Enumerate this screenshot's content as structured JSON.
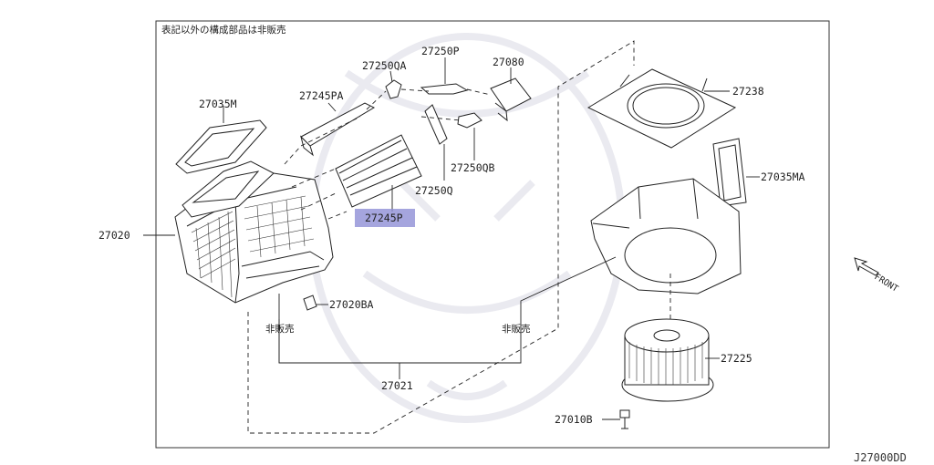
{
  "note": "表記以外の構成部品は非販売",
  "diagram_code": "J27000DD",
  "front_label": "FRONT",
  "not_sold_left": "非販売",
  "not_sold_right": "非販売",
  "highlight_color": "#8e8fd6",
  "parts": {
    "p27035M": "27035M",
    "p27245PA": "27245PA",
    "p27250QA": "27250QA",
    "p27250P": "27250P",
    "p27080": "27080",
    "p27238": "27238",
    "p27035MA": "27035MA",
    "p27250QB": "27250QB",
    "p27250Q": "27250Q",
    "p27245P": "27245P",
    "p27020": "27020",
    "p27020BA": "27020BA",
    "p27021": "27021",
    "p27225": "27225",
    "p27010B": "27010B"
  }
}
